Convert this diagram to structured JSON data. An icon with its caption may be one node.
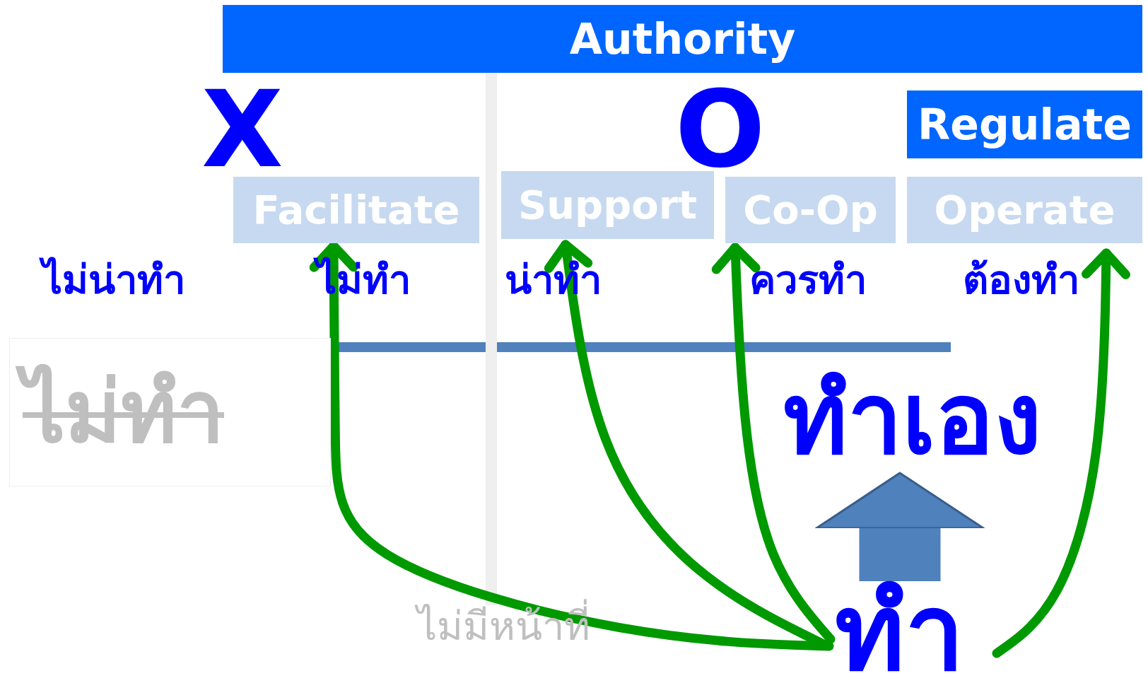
{
  "diagram": {
    "nodes": [
      {
        "text": [
          "Authority"
        ]
      },
      {
        "text": [
          "Regulate"
        ]
      },
      {
        "text": [
          "Facilitate"
        ]
      },
      {
        "text": [
          "Support"
        ]
      },
      {
        "text": [
          "Co-Op"
        ]
      },
      {
        "text": [
          "Operate"
        ]
      },
      {
        "text": [
          "ไม่ทำ"
        ]
      },
      {
        "text": [
          "ทำเอง"
        ]
      },
      {
        "text": [
          "ทำ"
        ]
      }
    ],
    "edges": [
      {
        "from": 8,
        "to": 2,
        "arrow": "to"
      },
      {
        "from": 8,
        "to": 3,
        "arrow": "to"
      },
      {
        "from": 8,
        "to": 4,
        "arrow": "to"
      },
      {
        "from": 8,
        "to": 5,
        "arrow": "to"
      },
      {
        "from": 8,
        "to": 7,
        "arrow": "to",
        "style": "thick",
        "color": "#4f81bd"
      }
    ],
    "labels": [
      "X",
      "O",
      "ไม่น่าทำ",
      "ไม่ทำ",
      "น่าทำ",
      "ควรทำ",
      "ต้องทำ",
      "ไม่มีหน้าที่"
    ]
  }
}
